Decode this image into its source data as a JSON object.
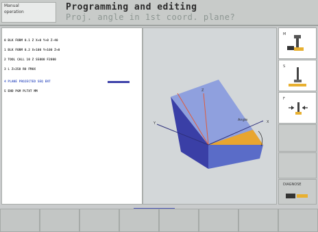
{
  "header": {
    "mode_line1": "Manual",
    "mode_line2": "operation",
    "title": "Programming and editing",
    "subtitle": "Proj. angle in 1st coord. plane?"
  },
  "program_lines": [
    "0  BLK FORM 0.1 Z  X+0  Y+0  Z-40",
    "1  BLK FORM 0.2  X+100  Y+100  Z+0",
    "2  TOOL CALL 10 Z S5000 F2000",
    "3  L  Z+250 R0 FMAX",
    "4  PLANE PROJECTED SEQ ENT",
    "5  END PGM PLTXT MM"
  ],
  "graphic": {
    "angle_label": "Angle",
    "axis_labels": [
      "X",
      "Y",
      "Z"
    ]
  },
  "softkeys_vertical": [
    {
      "label": "M",
      "icon": "spindle-icon"
    },
    {
      "label": "S",
      "icon": "tool-icon"
    },
    {
      "label": "F",
      "icon": "feed-icon"
    },
    {
      "label": "",
      "icon": ""
    },
    {
      "label": "",
      "icon": ""
    },
    {
      "label": "DIAGNOSE",
      "icon": "diagnose-icon"
    }
  ],
  "softkeys_horizontal": [
    "",
    "",
    "",
    "",
    "",
    "",
    "",
    ""
  ],
  "colors": {
    "accent": "#3b3fa8",
    "face_dark": "#3a3fa6",
    "face_light": "#8fa0de",
    "face_orange": "#e8a530"
  }
}
